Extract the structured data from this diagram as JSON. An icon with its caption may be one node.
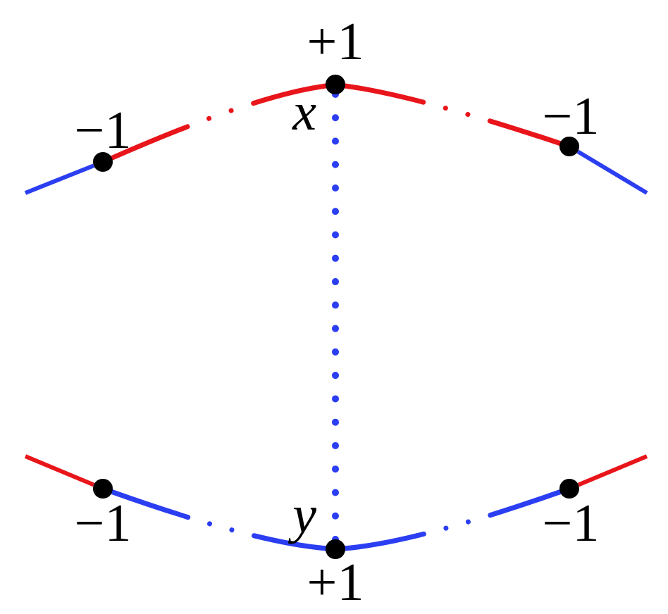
{
  "diagram": {
    "nodes": [
      {
        "text": [],
        "shape": "circle",
        "beside": [
          "−1"
        ]
      },
      {
        "text": [],
        "shape": "circle",
        "beside": [
          "+1",
          "x"
        ]
      },
      {
        "text": [],
        "shape": "circle",
        "beside": [
          "−1"
        ]
      },
      {
        "text": [],
        "shape": "circle",
        "beside": [
          "−1"
        ]
      },
      {
        "text": [],
        "shape": "circle",
        "beside": [
          "y",
          "+1"
        ]
      },
      {
        "text": [],
        "shape": "circle",
        "beside": [
          "−1"
        ]
      }
    ],
    "edges": [
      {
        "from": null,
        "to": 0,
        "arrow": "none"
      },
      {
        "from": 0,
        "to": 1,
        "arrow": "none",
        "style": "dashed",
        "color": "#e8151b"
      },
      {
        "from": 1,
        "to": 2,
        "arrow": "none",
        "style": "dashed",
        "color": "#e8151b"
      },
      {
        "from": 2,
        "to": null,
        "arrow": "none"
      },
      {
        "from": 1,
        "to": 4,
        "arrow": "none",
        "style": "dashed"
      },
      {
        "from": null,
        "to": 3,
        "arrow": "none",
        "color": "#e8151b"
      },
      {
        "from": 3,
        "to": 4,
        "arrow": "none",
        "style": "dashed"
      },
      {
        "from": 4,
        "to": 5,
        "arrow": "none",
        "style": "dashed"
      },
      {
        "from": 5,
        "to": null,
        "arrow": "none",
        "color": "#e8151b"
      }
    ]
  }
}
